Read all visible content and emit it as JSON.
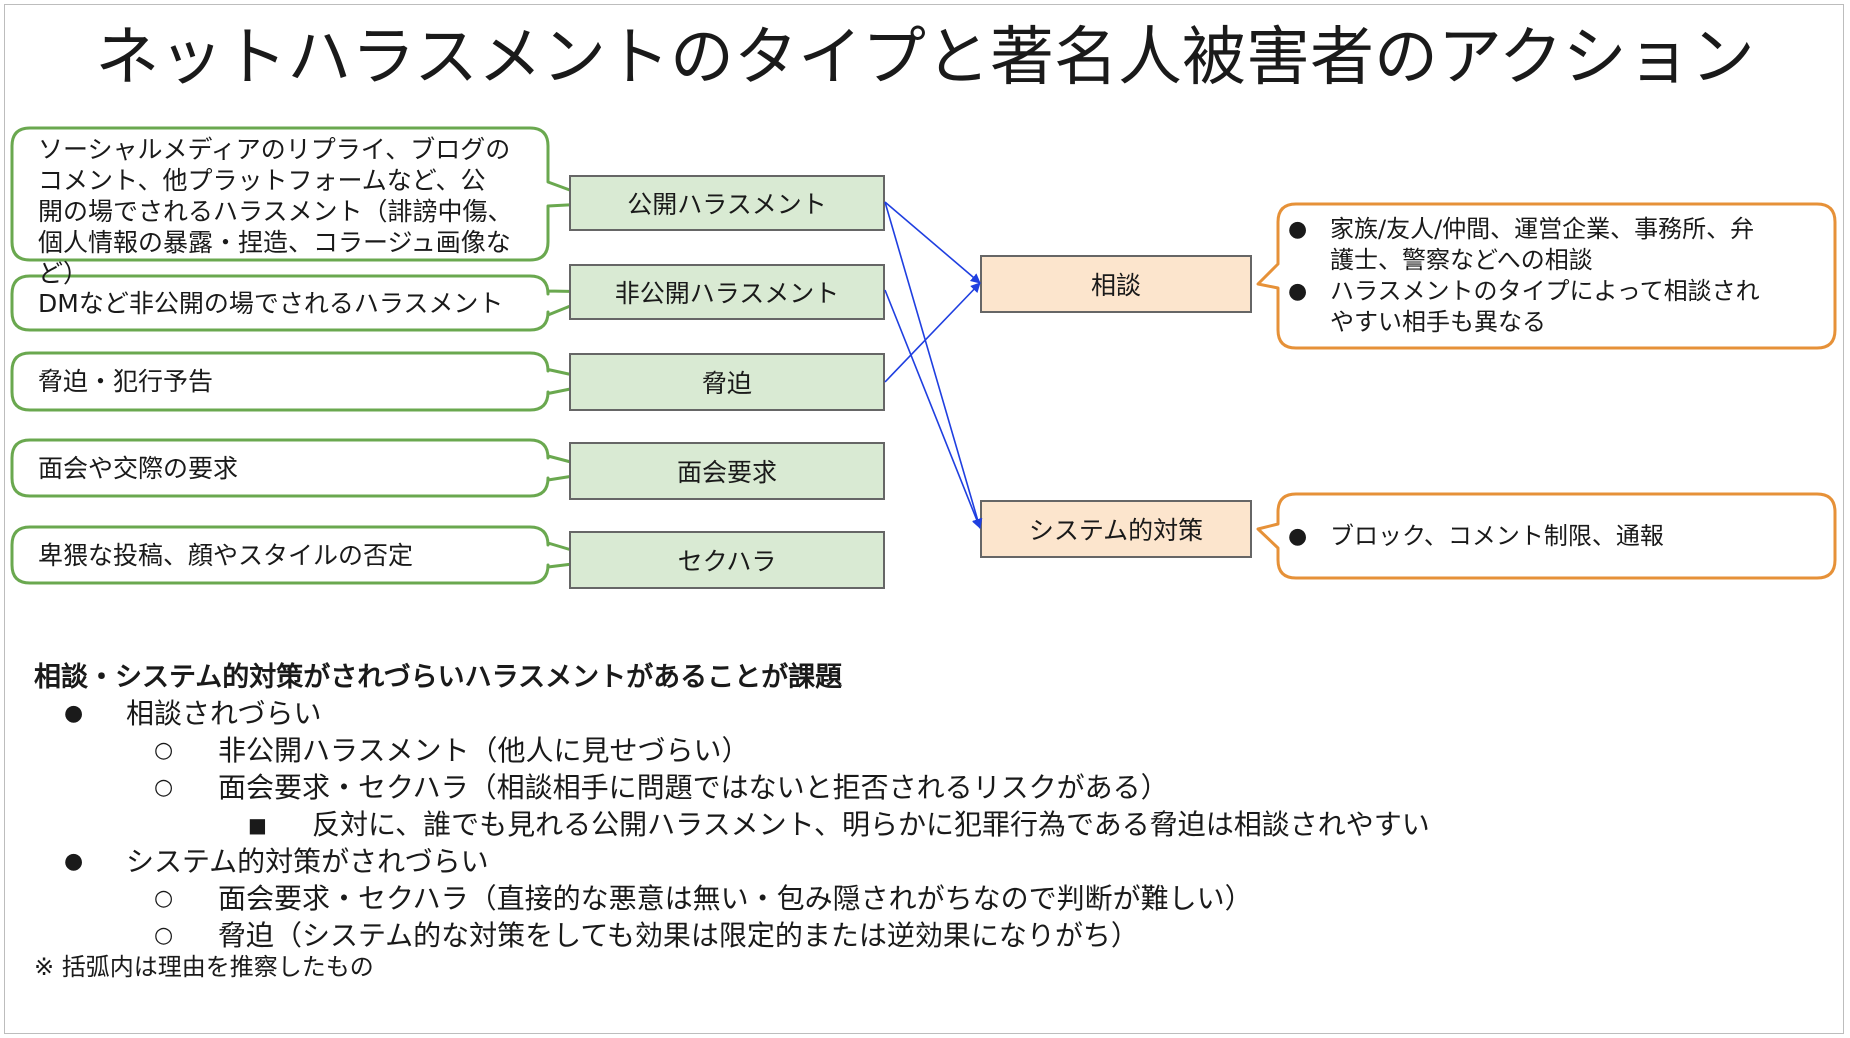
{
  "title": "ネットハラスメントのタイプと著名人被害者のアクション",
  "harassment_types": [
    {
      "label": "公開ハラスメント",
      "description": "ソーシャルメディアのリプライ、ブログの\nコメント、他プラットフォームなど、公\n開の場でされるハラスメント（誹謗中傷、\n個人情報の暴露・捏造、コラージュ画像など）"
    },
    {
      "label": "非公開ハラスメント",
      "description": "DMなど非公開の場でされるハラスメント"
    },
    {
      "label": "脅迫",
      "description": "脅迫・犯行予告"
    },
    {
      "label": "面会要求",
      "description": "面会や交際の要求"
    },
    {
      "label": "セクハラ",
      "description": "卑猥な投稿、顔やスタイルの否定"
    }
  ],
  "actions": [
    {
      "label": "相談",
      "bullets": [
        "家族/友人/仲間、運営企業、事務所、弁\n護士、警察などへの相談",
        "ハラスメントのタイプによって相談され\nやすい相手も異なる"
      ]
    },
    {
      "label": "システム的対策",
      "bullets": [
        "ブロック、コメント制限、通報"
      ]
    }
  ],
  "bullet_symbol": "●",
  "notes": {
    "heading": "相談・システム的対策がされづらいハラスメントがあることが課題",
    "items": [
      {
        "level": 1,
        "marker": "●",
        "text": "相談されづらい"
      },
      {
        "level": 2,
        "marker": "○",
        "text": "非公開ハラスメント（他人に見せづらい）"
      },
      {
        "level": 2,
        "marker": "○",
        "text": "面会要求・セクハラ（相談相手に問題ではないと拒否されるリスクがある）"
      },
      {
        "level": 3,
        "marker": "■",
        "text": "反対に、誰でも見れる公開ハラスメント、明らかに犯罪行為である脅迫は相談されやすい"
      },
      {
        "level": 1,
        "marker": "●",
        "text": "システム的対策がされづらい"
      },
      {
        "level": 2,
        "marker": "○",
        "text": "面会要求・セクハラ（直接的な悪意は無い・包み隠されがちなので判断が難しい）"
      },
      {
        "level": 2,
        "marker": "○",
        "text": "脅迫（システム的な対策をしても効果は限定的または逆効果になりがち）"
      }
    ],
    "footnote": "※ 括弧内は理由を推察したもの"
  },
  "colors": {
    "green_fill": "#d9ead3",
    "green_border": "#6aa84f",
    "orange_fill": "#fce5cd",
    "orange_border": "#e69138",
    "arrow": "#1f3fe0",
    "box_border": "#666666"
  }
}
